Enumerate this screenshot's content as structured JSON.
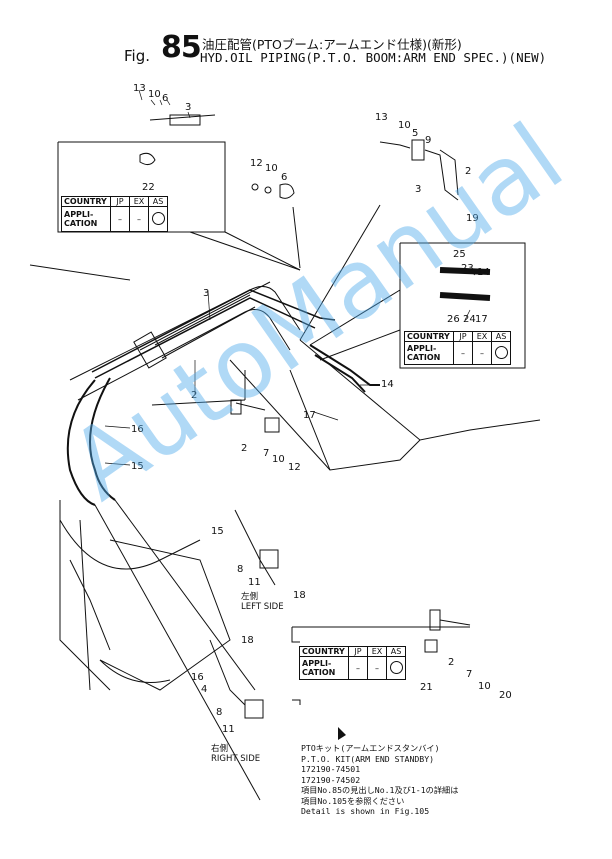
{
  "header": {
    "fig_word": "Fig.",
    "fig_number": "85",
    "title_jp": "油圧配管(PTOブーム:アームエンド仕様)(新形)",
    "title_en": "HYD.OIL PIPING(P.T.O. BOOM:ARM END SPEC.)(NEW)"
  },
  "app_table": {
    "country_label": "COUNTRY",
    "application_label_1": "APPLI-",
    "application_label_2": "CATION",
    "columns": [
      "JP",
      "EX",
      "AS"
    ],
    "values": [
      "–",
      "–",
      "○"
    ]
  },
  "callouts": {
    "c2": "2",
    "c3": "3",
    "c4": "4",
    "c5": "5",
    "c6": "6",
    "c7": "7",
    "c8": "8",
    "c9": "9",
    "c10": "10",
    "c11": "11",
    "c12": "12",
    "c13": "13",
    "c14": "14",
    "c15": "15",
    "c16": "16",
    "c17": "17",
    "c18": "18",
    "c19": "19",
    "c20": "20",
    "c21": "21",
    "c22": "22",
    "c23": "23",
    "c24": "24",
    "c25": "25",
    "c26": "26"
  },
  "sides": {
    "left_jp": "左側",
    "left_en": "LEFT SIDE",
    "right_jp": "右側",
    "right_en": "RIGHT SIDE"
  },
  "kit_notes": {
    "line1": "PTOキット(アームエンドスタンバイ)",
    "line2": "P.T.O. KIT(ARM END STANDBY)",
    "line3": "172190-74501",
    "line4": "172190-74502",
    "line5": "項目No.85の見出しNo.1及び1-1の詳細は",
    "line6": "項目No.105を参照ください",
    "line7": "Detail is shown in Fig.105"
  },
  "watermark": "AutoManual",
  "colors": {
    "line": "#111111",
    "watermark": "#50aaeb"
  }
}
